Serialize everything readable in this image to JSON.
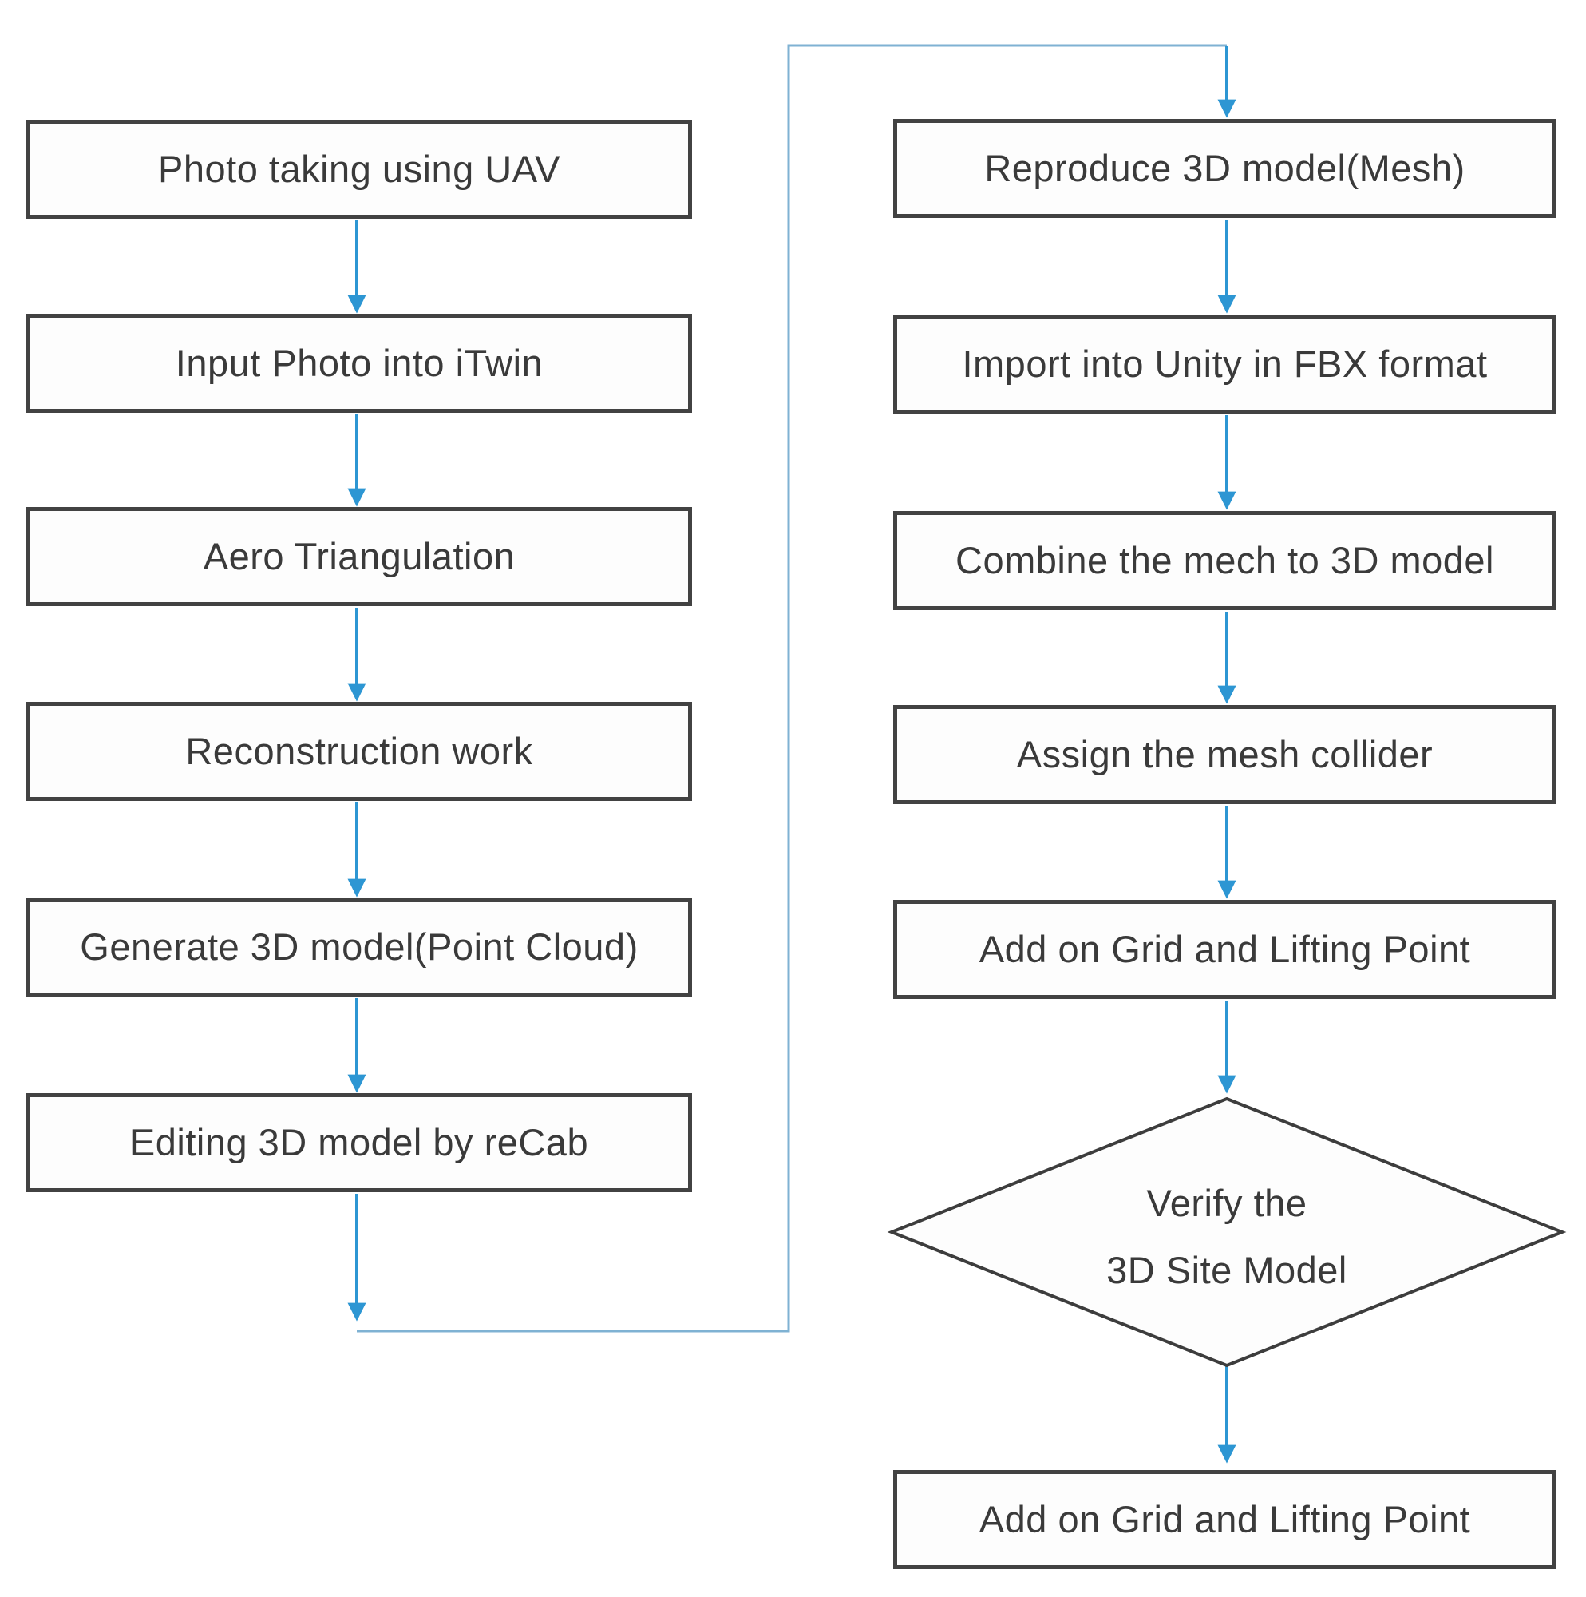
{
  "diagram": {
    "left_column": {
      "boxes": [
        {
          "label": "Photo taking using UAV"
        },
        {
          "label": "Input Photo into iTwin"
        },
        {
          "label": "Aero Triangulation"
        },
        {
          "label": "Reconstruction work"
        },
        {
          "label": "Generate 3D model(Point Cloud)"
        },
        {
          "label": "Editing 3D model by reCab"
        }
      ]
    },
    "right_column": {
      "boxes": [
        {
          "label": "Reproduce 3D model(Mesh)"
        },
        {
          "label": "Import into Unity in FBX format"
        },
        {
          "label": "Combine the mech to 3D model"
        },
        {
          "label": "Assign the mesh collider"
        },
        {
          "label": "Add on Grid and Lifting Point"
        }
      ],
      "decision": {
        "line1": "Verify the",
        "line2": "3D Site Model"
      },
      "final_box": {
        "label": "Add on Grid and Lifting Point"
      }
    },
    "colors": {
      "arrow_blue": "#2d96d3",
      "connector_light_blue": "#7fb2d3",
      "node_border_gray": "#424242",
      "node_fill": "#fdfdfd",
      "text_gray": "#3a3a3a"
    }
  }
}
